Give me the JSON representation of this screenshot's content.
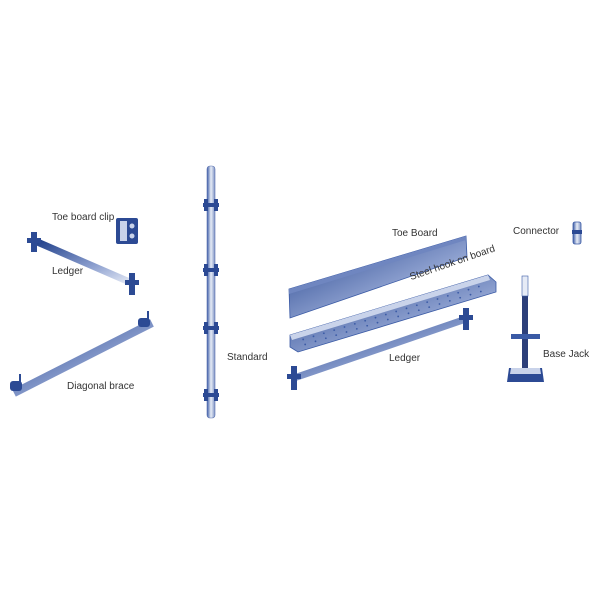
{
  "labels": {
    "toe_board_clip": "Toe board clip",
    "ledger_left": "Ledger",
    "diagonal_brace": "Diagonal brace",
    "standard": "Standard",
    "toe_board": "Toe Board",
    "steel_hook": "Steel hook on board",
    "ledger_right": "Ledger",
    "connector": "Connector",
    "base_jack": "Base Jack"
  },
  "colors": {
    "steel_dark": "#1f3f8a",
    "steel_light": "#c9d3ea",
    "text": "#333333"
  }
}
